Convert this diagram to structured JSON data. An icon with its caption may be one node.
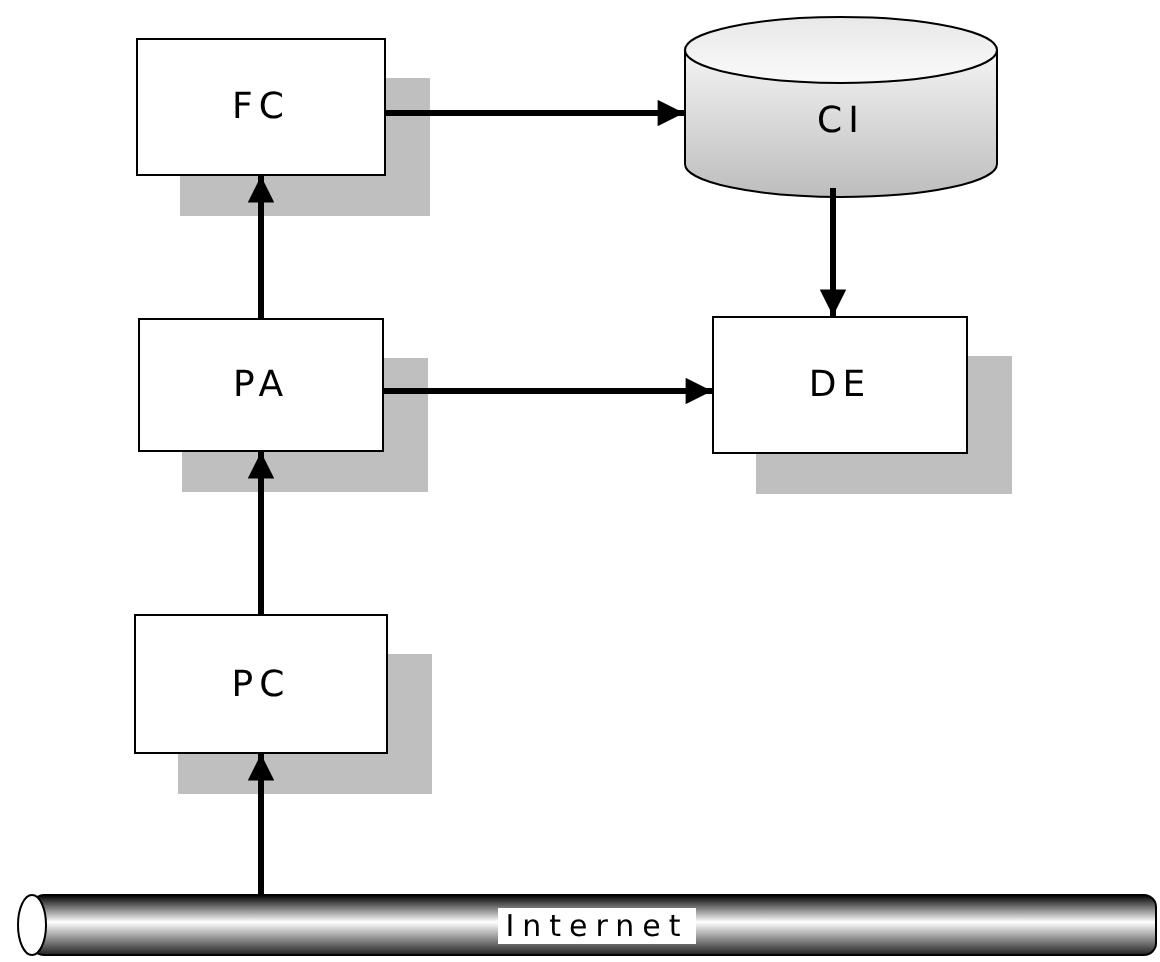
{
  "diagram": {
    "nodes": [
      {
        "text": [
          "FC"
        ]
      },
      {
        "text": [
          "CI"
        ]
      },
      {
        "text": [
          "PA"
        ]
      },
      {
        "text": [
          "DE"
        ]
      },
      {
        "text": [
          "PC"
        ]
      },
      {
        "text": [
          "Internet"
        ]
      }
    ],
    "edges": [
      {
        "from": 5,
        "to": 4,
        "arrow": "to"
      },
      {
        "from": 4,
        "to": 2,
        "arrow": "to"
      },
      {
        "from": 2,
        "to": 0,
        "arrow": "to"
      },
      {
        "from": 0,
        "to": 1,
        "arrow": "to"
      },
      {
        "from": 1,
        "to": 3,
        "arrow": "to"
      },
      {
        "from": 2,
        "to": 3,
        "arrow": "to"
      }
    ]
  }
}
